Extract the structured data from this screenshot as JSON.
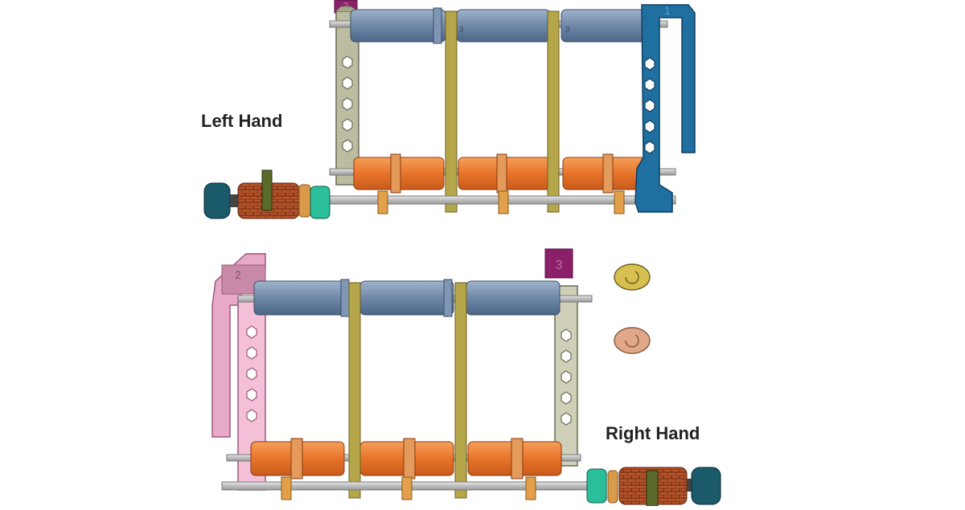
{
  "labels": {
    "left_hand": "Left Hand",
    "right_hand": "Right Hand"
  },
  "part_numbers": {
    "top_frame_tag": "3",
    "top_side_arm": "1",
    "bottom_side_arm": "2",
    "bottom_frame_tag": "3"
  },
  "colors": {
    "upper_roller": "#6f88a8",
    "lower_roller": "#e8742a",
    "spacer_bar": "#b5a64a",
    "frame_left_top": "#bcbca0",
    "arm_blue": "#1f6fa0",
    "arm_pink": "#e8a8c8",
    "tag_purple": "#8a1f6a",
    "knob_dark": "#1a5a6a",
    "ratchet_brick": "#b4532a",
    "gear_green": "#2abf9a",
    "washer_orange": "#d99a4a",
    "disc_yellow": "#d8c050",
    "disc_salmon": "#e0a888",
    "rod_grey": "#cfcfcf"
  }
}
